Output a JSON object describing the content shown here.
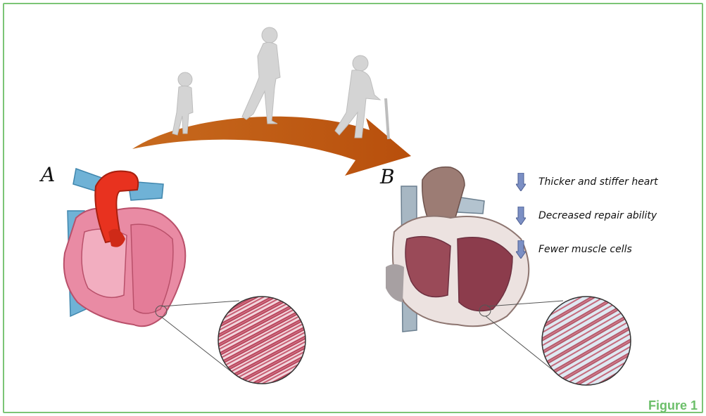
{
  "panel_a_label": "A",
  "panel_b_label": "B",
  "effects": [
    {
      "icon": "down-arrow-icon",
      "text": "Thicker and stiffer heart"
    },
    {
      "icon": "down-arrow-icon",
      "text": "Decreased repair ability"
    },
    {
      "icon": "down-arrow-icon",
      "text": "Fewer muscle cells"
    }
  ],
  "figure_label": "Figure 1",
  "colors": {
    "border": "#7cc576",
    "figure_label": "#6cbf6a",
    "aging_arrow": "#c0560f",
    "young_heart": "#e98ba4",
    "aorta": "#e8321f",
    "vein": "#6fb2d6",
    "old_heart": "#d9c7c4",
    "effect_arrow": "#7b8fc4"
  }
}
